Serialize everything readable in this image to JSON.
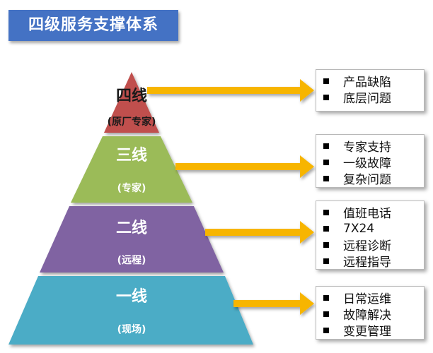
{
  "title": "四级服务支撑体系",
  "colors": {
    "title_bg": "#4472c4",
    "level4": "#c0504d",
    "level3": "#9bbb59",
    "level2": "#8064a2",
    "level1": "#4bacc6",
    "arrow": "#f7b500"
  },
  "levels": [
    {
      "name": "四线",
      "sub": "(原厂专家)",
      "items": [
        "产品缺陷",
        "底层问题"
      ]
    },
    {
      "name": "三线",
      "sub": "(专家)",
      "items": [
        "专家支持",
        "一级故障",
        "复杂问题"
      ]
    },
    {
      "name": "二线",
      "sub": "(远程)",
      "items": [
        "值班电话",
        "7X24",
        "远程诊断",
        "远程指导"
      ]
    },
    {
      "name": "一线",
      "sub": "(现场)",
      "items": [
        "日常运维",
        "故障解决",
        "变更管理"
      ]
    }
  ]
}
